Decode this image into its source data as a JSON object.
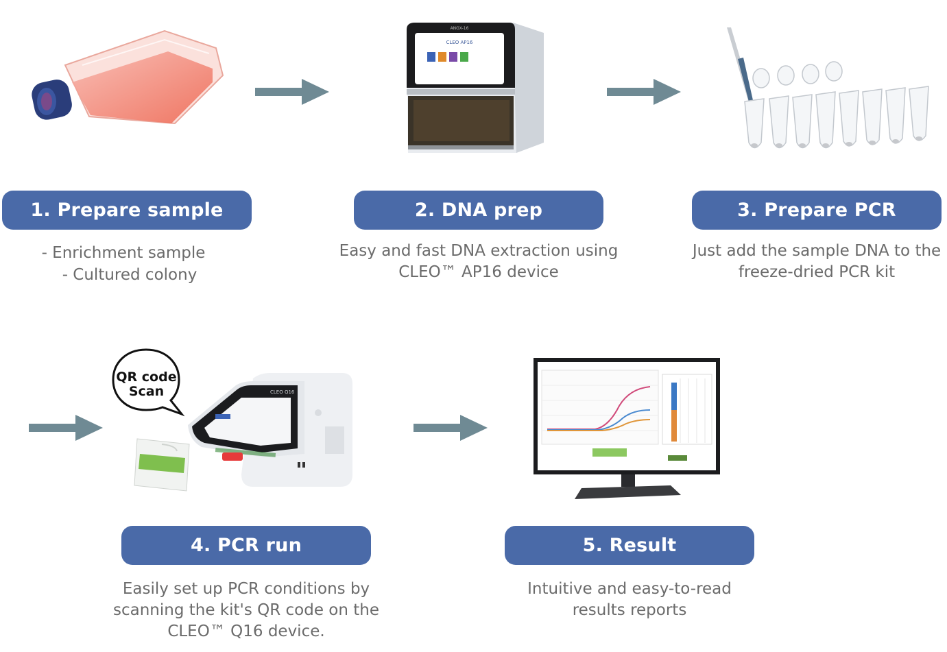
{
  "steps": [
    {
      "label": "1. Prepare sample",
      "desc": [
        "- Enrichment sample",
        "- Cultured colony"
      ]
    },
    {
      "label": "2. DNA prep",
      "desc": [
        "Easy and fast DNA extraction using",
        "CLEO™ AP16 device"
      ]
    },
    {
      "label": "3. Prepare PCR",
      "desc": [
        "Just add the sample DNA to the",
        "freeze-dried PCR kit"
      ]
    },
    {
      "label": "4. PCR run",
      "desc": [
        "Easily set up PCR conditions by",
        "scanning the kit's QR code on the",
        "CLEO™ Q16 device."
      ]
    },
    {
      "label": "5. Result",
      "desc": [
        "Intuitive and easy-to-read",
        "results reports"
      ]
    }
  ],
  "qr_bubble": [
    "QR code",
    "Scan"
  ],
  "device_labels": {
    "ap16_top": "ANGX-16",
    "ap16_screen": "CLEO AP16",
    "q16_screen": "CLEO Q16"
  },
  "colors": {
    "pill": "#4a6aa8",
    "arrow": "#6f8a94",
    "text": "#6b6b6b"
  },
  "icons": [
    "flask-image",
    "dna-extractor-image",
    "pcr-tubes-image",
    "pcr-device-image",
    "monitor-image",
    "arrow-icon"
  ]
}
